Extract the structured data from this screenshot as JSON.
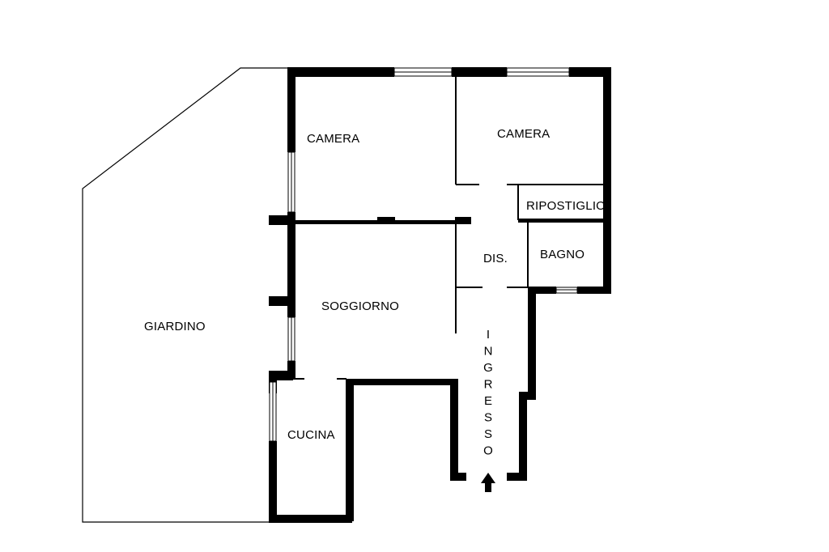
{
  "rooms": {
    "camera_left": "CAMERA",
    "camera_right": "CAMERA",
    "ripostiglio": "RIPOSTIGLIO",
    "bagno": "BAGNO",
    "dis": "DIS.",
    "soggiorno": "SOGGIORNO",
    "giardino": "GIARDINO",
    "cucina": "CUCINA"
  },
  "entrance": {
    "label": "INGRESSO",
    "arrow": "up-arrow-icon"
  },
  "colors": {
    "wall": "#000000",
    "background": "#ffffff"
  }
}
